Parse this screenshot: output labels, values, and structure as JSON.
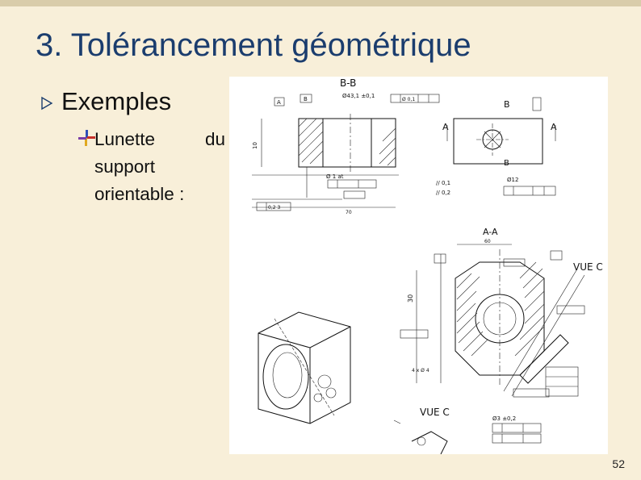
{
  "slide": {
    "title": "3.   Tolérancement géométrique",
    "bullet1": "Exemples",
    "bullet2": "Lunette du support orientable :",
    "page_number": "52"
  },
  "drawing": {
    "section_bb": "B-B",
    "section_aa": "A-A",
    "view_c_right": "VUE C",
    "view_c_bottom": "VUE C",
    "label_a": "A",
    "label_b": "B"
  },
  "colors": {
    "background": "#f8efd9",
    "title": "#1b3d6e"
  }
}
